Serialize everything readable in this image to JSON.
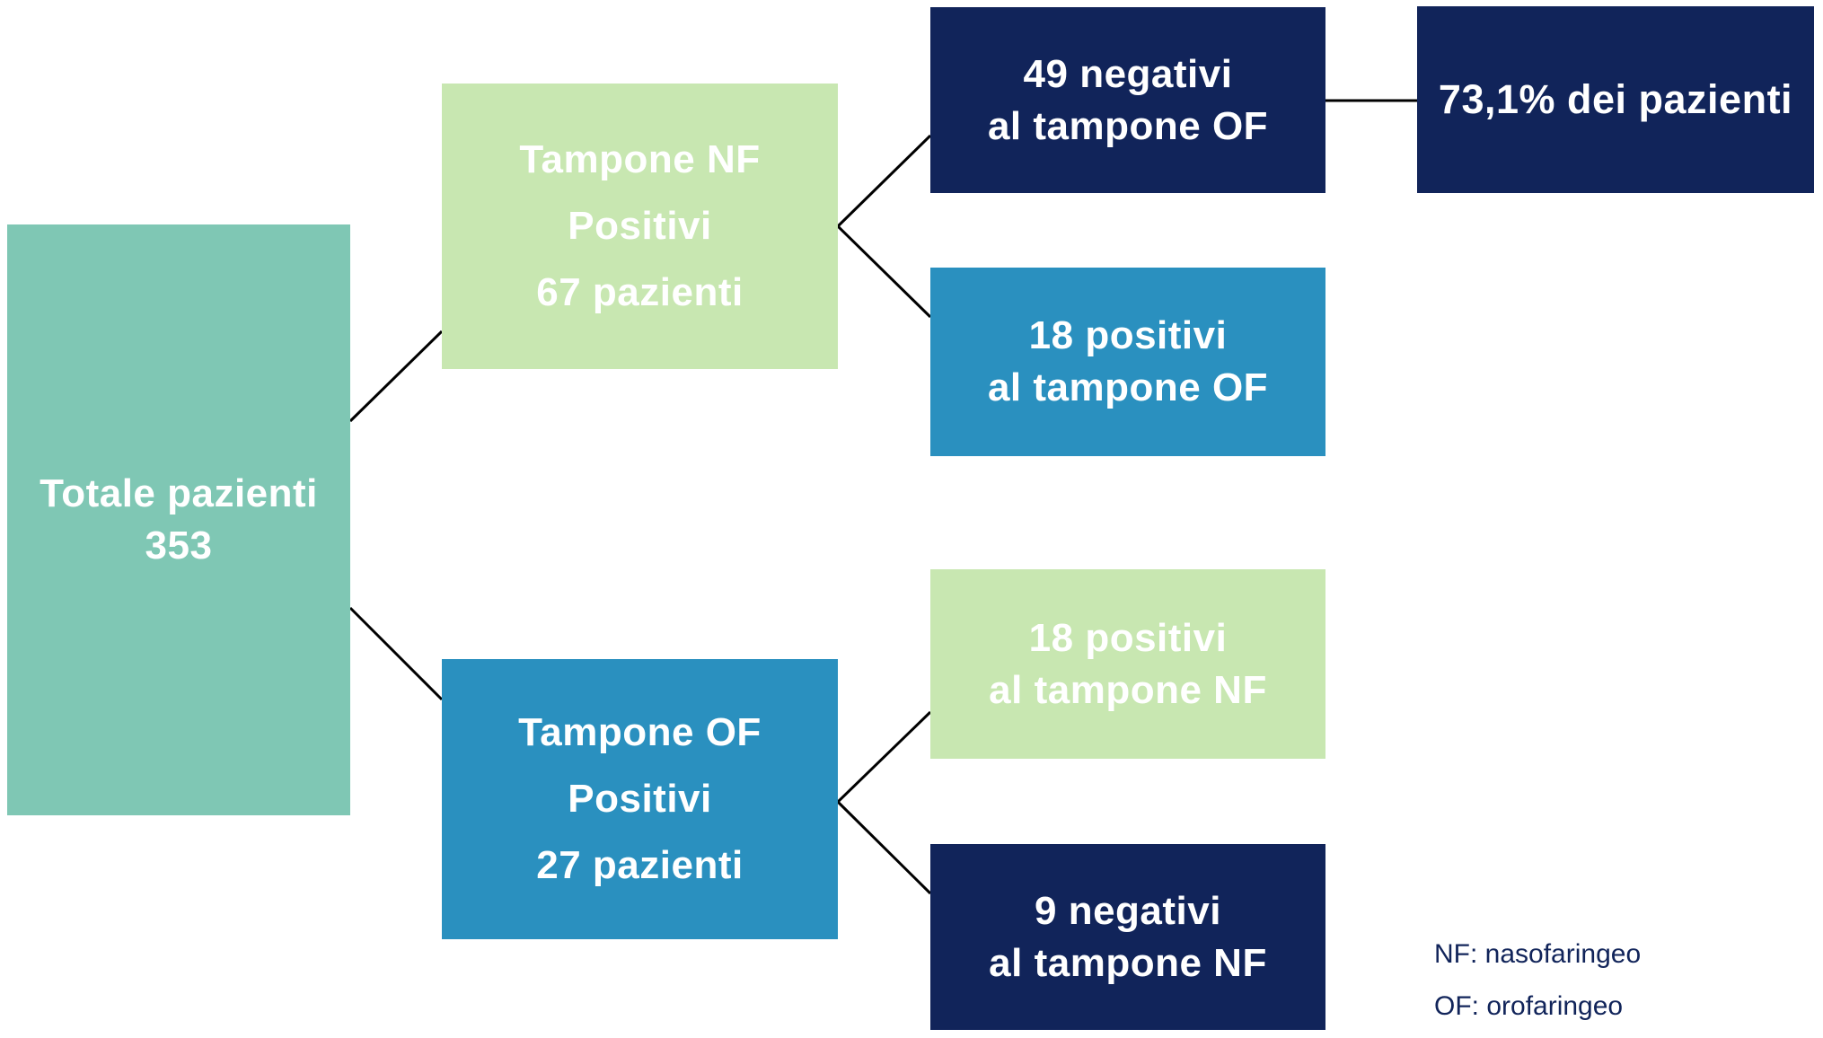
{
  "flowchart": {
    "nodes": [
      {
        "id": "total-patients",
        "lines": [
          "Totale pazienti",
          "353"
        ]
      },
      {
        "id": "nf-swab-positive",
        "lines": [
          "Tampone NF",
          "Positivi",
          "67 pazienti"
        ]
      },
      {
        "id": "nf-pos-of-negative",
        "lines": [
          "49 negativi",
          "al tampone OF"
        ]
      },
      {
        "id": "percent-of-patients",
        "lines": [
          "73,1% dei pazienti"
        ]
      },
      {
        "id": "nf-pos-of-positive",
        "lines": [
          "18 positivi",
          "al tampone OF"
        ]
      },
      {
        "id": "of-swab-positive",
        "lines": [
          "Tampone OF",
          "Positivi",
          "27 pazienti"
        ]
      },
      {
        "id": "of-pos-nf-positive",
        "lines": [
          "18 positivi",
          "al tampone NF"
        ]
      },
      {
        "id": "of-pos-nf-negative",
        "lines": [
          "9 negativi",
          "al tampone NF"
        ]
      }
    ],
    "legend": [
      "NF: nasofaringeo",
      "OF: orofaringeo"
    ],
    "colors": {
      "teal": "#7fc7b4",
      "green": "#c8e7b1",
      "blue": "#2a90bf",
      "navy": "#11245a",
      "box_text": "#ffffff",
      "connector": "#000000",
      "legend_text": "#11245a"
    }
  }
}
